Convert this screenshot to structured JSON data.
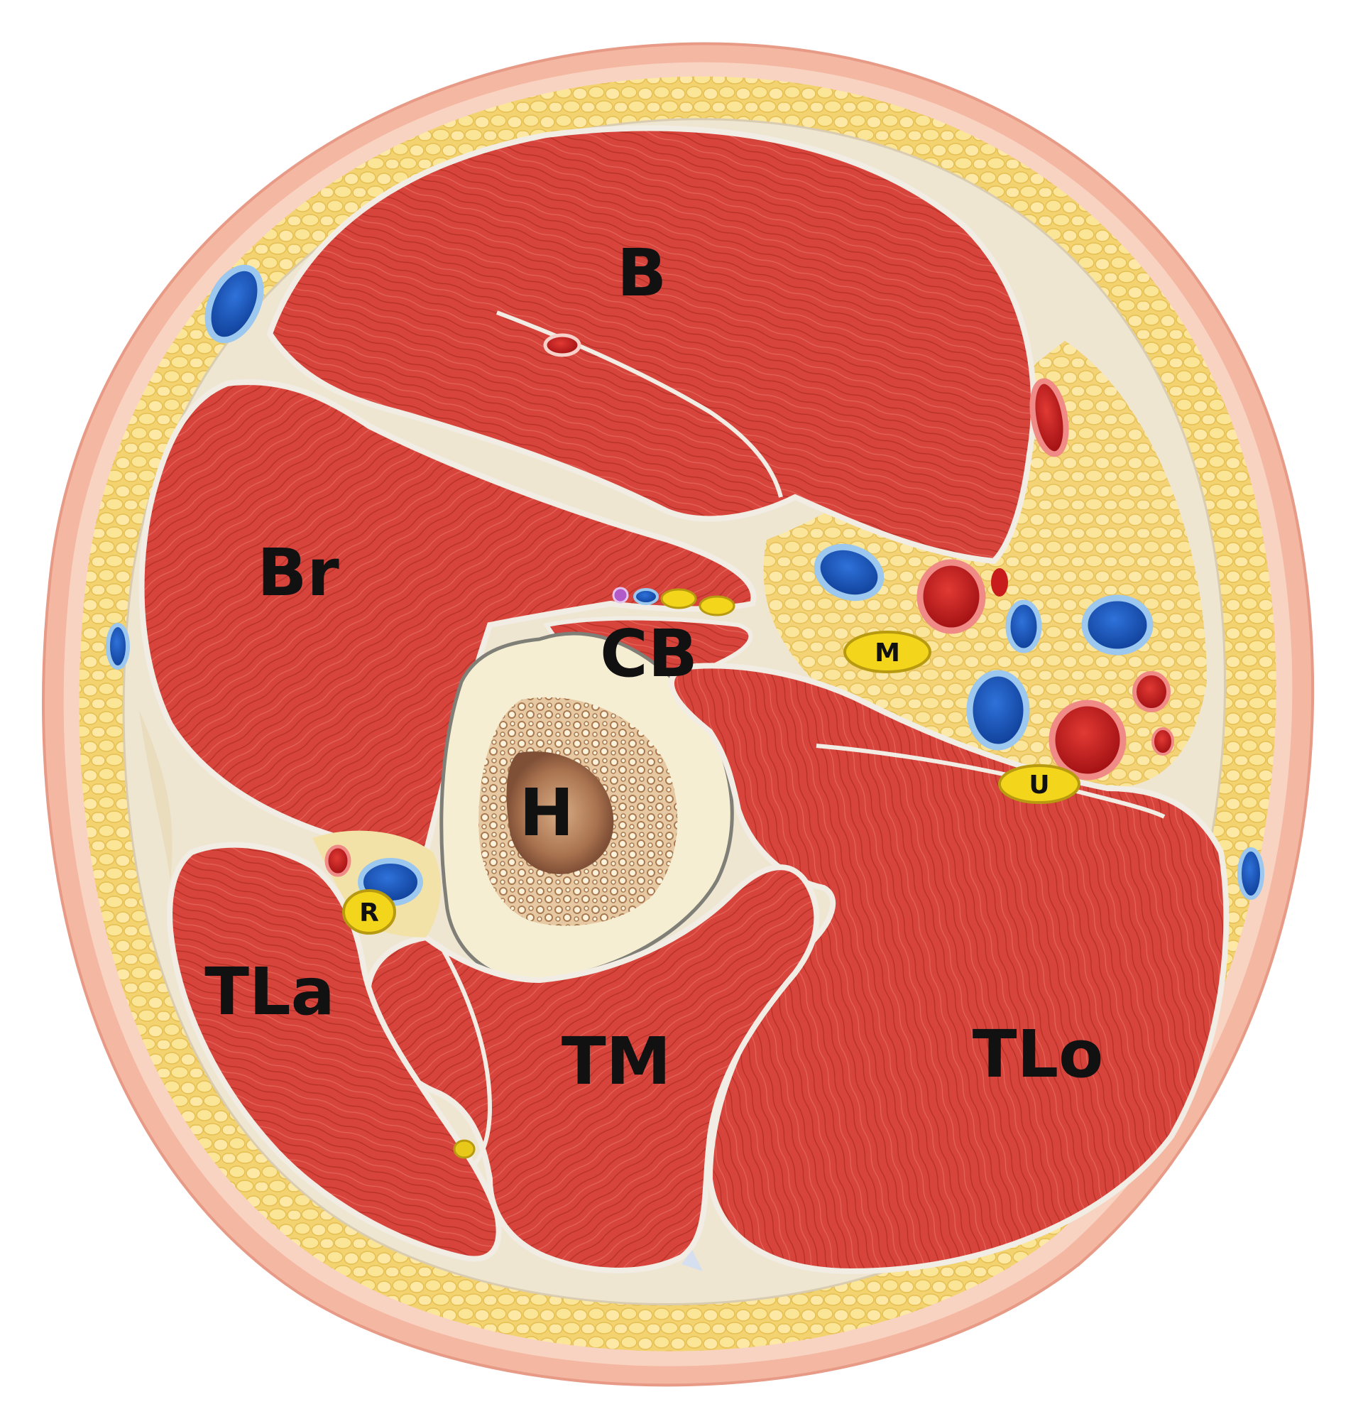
{
  "colors": {
    "skin": "#f4b7a2",
    "skin_inner": "#f9d3c2",
    "fat": "#f6d978",
    "fat_cell": "#fbe79e",
    "fascia": "#f1ece4",
    "muscle": "#d8453d",
    "muscle_dark": "#b23029",
    "muscle_light": "#e3625a",
    "bone_cortex": "#f6eed2",
    "bone_marrow": "#c99a6e",
    "medullary": "#9a6a4c",
    "vein": "#1a5bc4",
    "vein_ring": "#9cc7ee",
    "artery": "#c81b1b",
    "artery_ring": "#f08a86",
    "nerve": "#f3d51b",
    "nerve_ring": "#b89a10"
  },
  "labels": {
    "biceps": "B",
    "brachialis": "Br",
    "coracobrachialis": "CB",
    "humerus": "H",
    "median_nerve": "M",
    "ulnar_nerve": "U",
    "radial_nerve": "R",
    "triceps_lateral": "TLa",
    "triceps_medial": "TM",
    "triceps_long": "TLo"
  }
}
